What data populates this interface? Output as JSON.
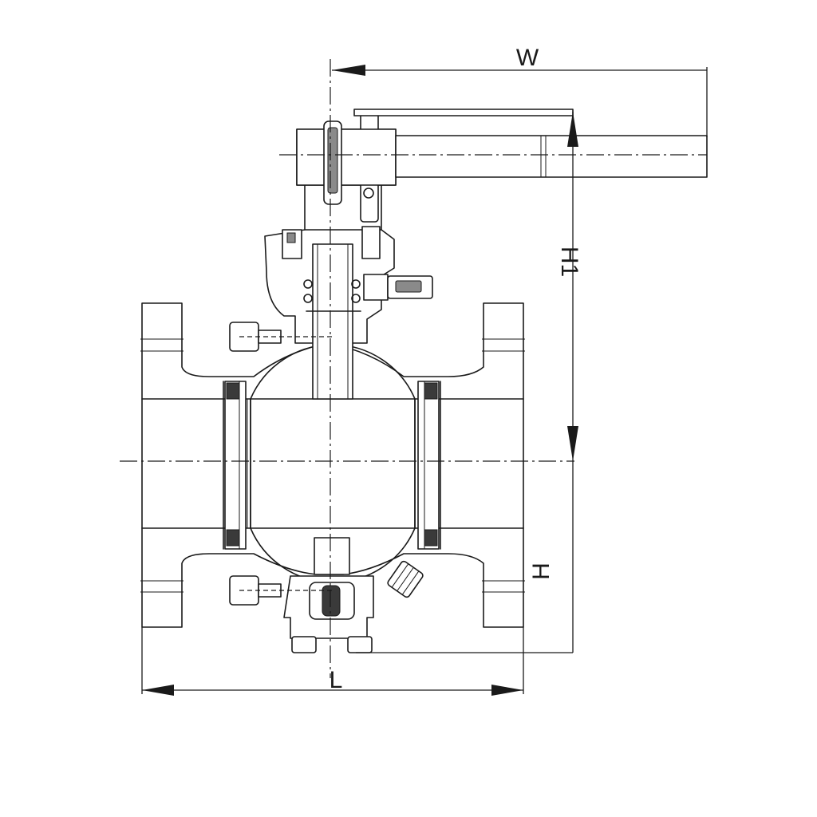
{
  "dimensions": {
    "width_label": "W",
    "height_top_label": "H1",
    "height_bottom_label": "H",
    "length_label": "L"
  }
}
